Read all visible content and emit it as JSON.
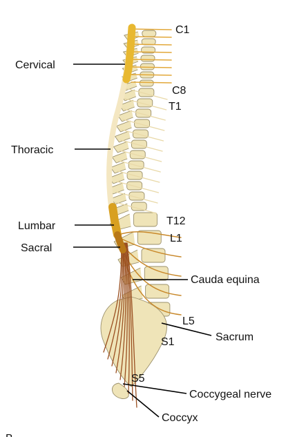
{
  "colors": {
    "background": "#ffffff",
    "vertebra_fill": "#efe4b8",
    "vertebra_outline": "#9a8f6a",
    "cord": "#f4e7c2",
    "cervical_enlargement": "#e8b830",
    "lumbar_enlargement": "#d8a020",
    "sacral_segment": "#b87818",
    "upper_nerves": "#e2a83a",
    "thoracic_nerves": "#e9d9a8",
    "lower_nerves": "#c8882a",
    "cauda_nerves": "#9a4f20",
    "label_line": "#000000",
    "text": "#111111"
  },
  "labels": {
    "cervical": "Cervical",
    "thoracic": "Thoracic",
    "lumbar": "Lumbar",
    "sacral": "Sacral",
    "c1": "C1",
    "c8": "C8",
    "t1": "T1",
    "t12": "T12",
    "l1": "L1",
    "l5": "L5",
    "s1": "S1",
    "s5": "S5",
    "cauda_equina": "Cauda equina",
    "sacrum": "Sacrum",
    "coccygeal_nerve": "Coccygeal nerve",
    "coccyx": "Coccyx",
    "panel_letter": "B"
  }
}
